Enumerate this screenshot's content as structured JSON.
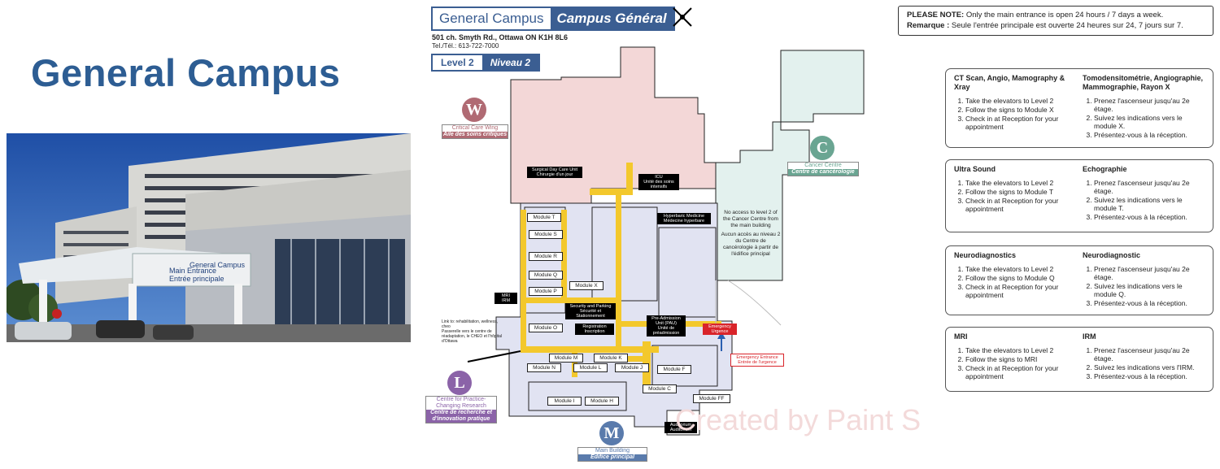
{
  "page_title": "General Campus",
  "map": {
    "title_en": "General Campus",
    "title_fr": "Campus Général",
    "address": "501 ch. Smyth Rd., Ottawa ON K1H 8L6",
    "tel": "Tel./Tél.: 613-722-7000",
    "level_en": "Level 2",
    "level_fr": "Niveau 2",
    "wings": {
      "w_letter": "W",
      "w_en": "Critical Care Wing",
      "w_fr": "Aile des soins critiques",
      "c_letter": "C",
      "c_en": "Cancer Centre",
      "c_fr": "Centre de cancérologie",
      "l_letter": "L",
      "l_en": "Centre for Practice-Changing Research",
      "l_fr": "Centre de recherche et d'innovation pratique",
      "m_letter": "M",
      "m_en": "Main Building",
      "m_fr": "Édifice principal"
    },
    "cancer_note": "No access to level 2 of the Cancer Centre from the main building",
    "cancer_note_fr": "Aucun accès au niveau 2 du Centre de cancérologie à partir de l'édifice principal",
    "modules": [
      "Module T",
      "Module S",
      "Module R",
      "Module Q",
      "Module P",
      "Module X",
      "Module O",
      "Module M",
      "Module K",
      "Module N",
      "Module L",
      "Module J",
      "Module F",
      "Module C",
      "Module I",
      "Module H",
      "Module FF"
    ],
    "labels": {
      "surgical": "Surgical Day Care Unit",
      "surgical_fr": "Chirurgie d'un jour",
      "icu": "ICU",
      "icu_fr": "Unité des soins intensifs",
      "hyperbaric": "Hyperbaric Medicine",
      "hyperbaric_fr": "Médecine hyperbare",
      "security": "Security and Parking",
      "security_fr": "Sécurité et Stationnement",
      "registration": "Registration",
      "registration_fr": "Inscription",
      "preadmission": "Pre-Admission Unit (PAU)",
      "preadmission_fr": "Unité de préadmission",
      "emergency": "Emergency",
      "emergency_fr": "Urgence",
      "emergency_entrance": "Emergency Entrance",
      "emergency_entrance_fr": "Entrée de l'urgence",
      "mri": "MRI",
      "mri_fr": "IRM",
      "auditorium": "Auditorium",
      "auditorium_fr": "Auditorium",
      "link": "Link to: rehabilitation, wellness, cheo",
      "link_fr": "Passerelle vers le centre de réadaptation, le CHEO et l'hôpital d'Ottawa"
    },
    "watermark": "Created by Paint S"
  },
  "note": {
    "label_en": "PLEASE NOTE:",
    "text_en": "Only the main entrance is open 24 hours / 7 days a week.",
    "label_fr": "Remarque :",
    "text_fr": "Seule l'entrée principale est ouverte 24 heures sur 24, 7 jours sur 7."
  },
  "instructions": [
    {
      "en_title": "CT Scan, Angio, Mamography & Xray",
      "en_steps": [
        "Take the elevators to Level 2",
        "Follow the signs to Module X",
        "Check in at Reception for your appointment"
      ],
      "fr_title": "Tomodensitométrie, Angiographie, Mammographie, Rayon X",
      "fr_steps": [
        "Prenez l'ascenseur jusqu'au 2e étage.",
        "Suivez les indications vers le module X.",
        "Présentez-vous à la réception."
      ]
    },
    {
      "en_title": "Ultra Sound",
      "en_steps": [
        "Take the elevators to Level 2",
        "Follow the signs to Module T",
        "Check in at Reception for your appointment"
      ],
      "fr_title": "Echographie",
      "fr_steps": [
        "Prenez l'ascenseur jusqu'au 2e étage.",
        "Suivez les indications vers le module T.",
        "Présentez-vous à la réception."
      ]
    },
    {
      "en_title": "Neurodiagnostics",
      "en_steps": [
        "Take the elevators to Level 2",
        "Follow the signs to Module Q",
        "Check in at Reception for your appointment"
      ],
      "fr_title": "Neurodiagnostic",
      "fr_steps": [
        "Prenez l'ascenseur jusqu'au 2e étage.",
        "Suivez les indications vers le module Q.",
        "Présentez-vous à la réception."
      ]
    },
    {
      "en_title": "MRI",
      "en_steps": [
        "Take the elevators to Level 2",
        "Follow the signs to MRI",
        "Check in at Reception for your appointment"
      ],
      "fr_title": "IRM",
      "fr_steps": [
        "Prenez l'ascenseur jusqu'au 2e étage.",
        "Suivez les indications vers l'IRM.",
        "Présentez-vous à la réception."
      ]
    }
  ],
  "photo": {
    "sign_en": "Main Entrance",
    "sign_fr": "Entrée principale",
    "sign_campus": "General Campus"
  },
  "colors": {
    "title": "#2d5d93",
    "header": "#3b5e92",
    "critical_wing": "#f3d7d7",
    "cancer_centre": "#e3f1ee",
    "main_building": "#e1e3f2",
    "corridor": "#f3c82c",
    "w_circle": "#b06a73",
    "c_circle": "#6aa592",
    "l_circle": "#8b63a8",
    "m_circle": "#5a7bac",
    "emergency": "#d9242a"
  }
}
